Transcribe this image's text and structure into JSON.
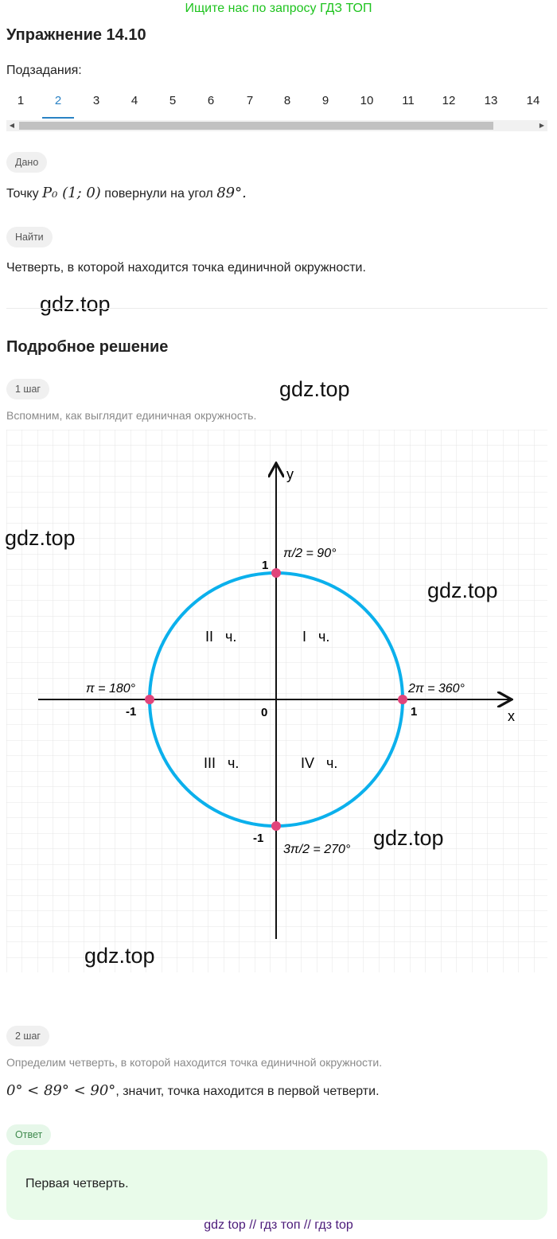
{
  "promo": "Ищите нас по запросу ГДЗ ТОП",
  "title": "Упражнение 14.10",
  "subtasks_label": "Подзадания:",
  "tabs": [
    "1",
    "2",
    "3",
    "4",
    "5",
    "6",
    "7",
    "8",
    "9",
    "10",
    "11",
    "12",
    "13",
    "14"
  ],
  "active_tab": "2",
  "given": {
    "badge": "Дано",
    "prefix": "Точку",
    "point": "P₀ (1; 0)",
    "middle": "повернули на угол",
    "angle": "89°."
  },
  "find": {
    "badge": "Найти",
    "text": "Четверть, в которой находится точка единичной окружности."
  },
  "solution_title": "Подробное решение",
  "step1": {
    "badge": "1 шаг",
    "text": "Вспомним, как выглядит единичная окружность."
  },
  "figure": {
    "axis_x": "x",
    "axis_y": "y",
    "origin": "0",
    "tick_pos_x": "1",
    "tick_neg_x": "-1",
    "tick_pos_y": "1",
    "tick_neg_y": "-1",
    "label_top": "π/2 = 90°",
    "label_left": "π = 180°",
    "label_right": "2π = 360°",
    "label_bottom": "3π/2 = 270°",
    "q1": "I   ч.",
    "q2": "II   ч.",
    "q3": "III   ч.",
    "q4": "IV   ч.",
    "colors": {
      "circle": "#0bb0ec",
      "points": "#e0457b",
      "grid": "#e4e4e4"
    }
  },
  "step2": {
    "badge": "2 шаг",
    "text": "Определим четверть, в которой находится точка единичной окружности.",
    "inequality": "0° < 89° < 90°",
    "conclusion": ", значит, точка находится в первой четверти."
  },
  "answer": {
    "badge": "Ответ",
    "text": "Первая четверть."
  },
  "watermark": "gdz.top",
  "footer": "gdz top  //  гдз топ  //  гдз top"
}
